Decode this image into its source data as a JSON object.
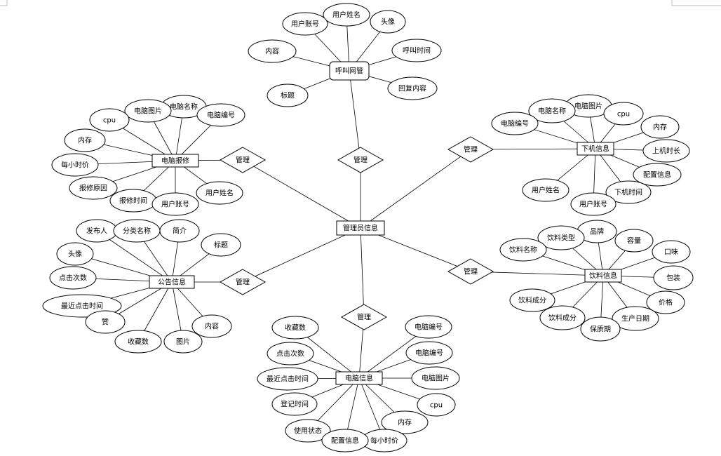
{
  "diagram": {
    "entities": [
      {
        "id": "admin",
        "label": "管理员信息"
      },
      {
        "id": "call",
        "label": "呼叫网管"
      },
      {
        "id": "offline",
        "label": "下机信息"
      },
      {
        "id": "drink",
        "label": "饮料信息"
      },
      {
        "id": "computer",
        "label": "电脑信息"
      },
      {
        "id": "notice",
        "label": "公告信息"
      },
      {
        "id": "repair",
        "label": "电脑报修"
      }
    ],
    "relationships": [
      {
        "id": "r_call",
        "label": "管理"
      },
      {
        "id": "r_offline",
        "label": "管理"
      },
      {
        "id": "r_drink",
        "label": "管理"
      },
      {
        "id": "r_computer",
        "label": "管理"
      },
      {
        "id": "r_notice",
        "label": "管理"
      },
      {
        "id": "r_repair",
        "label": "管理"
      }
    ],
    "attributes": {
      "call": [
        "用户姓名",
        "头像",
        "用户账号",
        "内容",
        "呼叫时间",
        "回复内容",
        "标题"
      ],
      "offline": [
        "电脑图片",
        "电脑名称",
        "cpu",
        "电脑编号",
        "内存",
        "上机时长",
        "配置信息",
        "下机时间",
        "用户账号",
        "用户姓名"
      ],
      "drink": [
        "品牌",
        "饮料类型",
        "容量",
        "饮料名称",
        "口味",
        "包装",
        "价格",
        "生产日期",
        "饮料成分",
        "饮料成分",
        "保质期"
      ],
      "computer": [
        "收藏数",
        "电脑编号",
        "点击次数",
        "电脑编号",
        "最近点击时间",
        "电脑图片",
        "cpu",
        "登记时间",
        "内存",
        "使用状态",
        "每小时价",
        "配置信息"
      ],
      "notice": [
        "发布人",
        "分类名称",
        "简介",
        "标题",
        "头像",
        "点击次数",
        "最近点击时间",
        "赞",
        "内容",
        "收藏数",
        "图片"
      ],
      "repair": [
        "电脑名称",
        "电脑图片",
        "cpu",
        "电脑编号",
        "内存",
        "每小时价",
        "报修原因",
        "报修时间",
        "用户账号",
        "用户姓名"
      ]
    }
  }
}
